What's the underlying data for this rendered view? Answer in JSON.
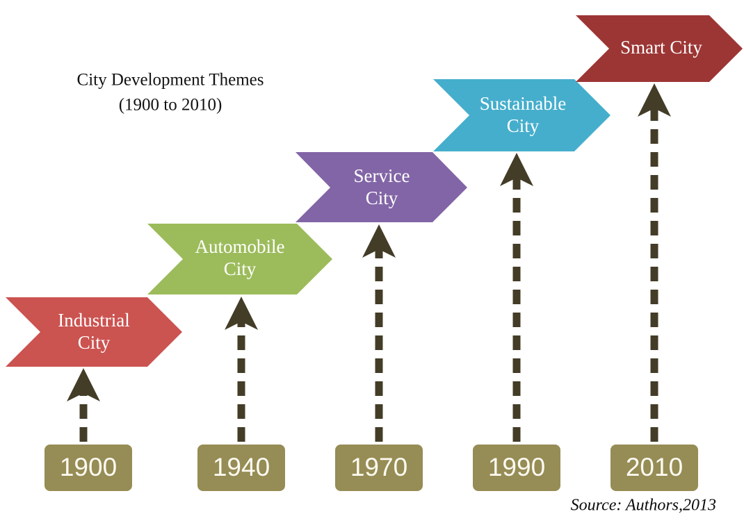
{
  "title": {
    "line1": "City Development Themes",
    "line2": "(1900 to  2010)"
  },
  "source": "Source: Authors,2013",
  "colors": {
    "industrial": "#CB5350",
    "automobile": "#9CBC5C",
    "service": "#8265A6",
    "sustainable": "#45AECC",
    "smart": "#9C3634",
    "year_box": "#968C55",
    "arrow": "#433C27",
    "label_text": "#FFFFFF",
    "background": "#FFFFFF"
  },
  "stages": [
    {
      "name": "industrial-city",
      "label_line1": "Industrial",
      "label_line2": "City",
      "color_key": "industrial",
      "year": "1900"
    },
    {
      "name": "automobile-city",
      "label_line1": "Automobile",
      "label_line2": "City",
      "color_key": "automobile",
      "year": "1940"
    },
    {
      "name": "service-city",
      "label_line1": "Service",
      "label_line2": "City",
      "color_key": "service",
      "year": "1970"
    },
    {
      "name": "sustainable-city",
      "label_line1": "Sustainable",
      "label_line2": "City",
      "color_key": "sustainable",
      "year": "1990"
    },
    {
      "name": "smart-city",
      "label_line1": "Smart City",
      "label_line2": "",
      "color_key": "smart",
      "year": "2010"
    }
  ],
  "years": [
    {
      "value": "1900"
    },
    {
      "value": "1940"
    },
    {
      "value": "1970"
    },
    {
      "value": "1990"
    },
    {
      "value": "2010"
    }
  ],
  "arrows": [
    {
      "name": "arrow-1900-to-industrial"
    },
    {
      "name": "arrow-1940-to-automobile"
    },
    {
      "name": "arrow-1970-to-service"
    },
    {
      "name": "arrow-1990-to-sustainable"
    },
    {
      "name": "arrow-2010-to-smart"
    }
  ]
}
